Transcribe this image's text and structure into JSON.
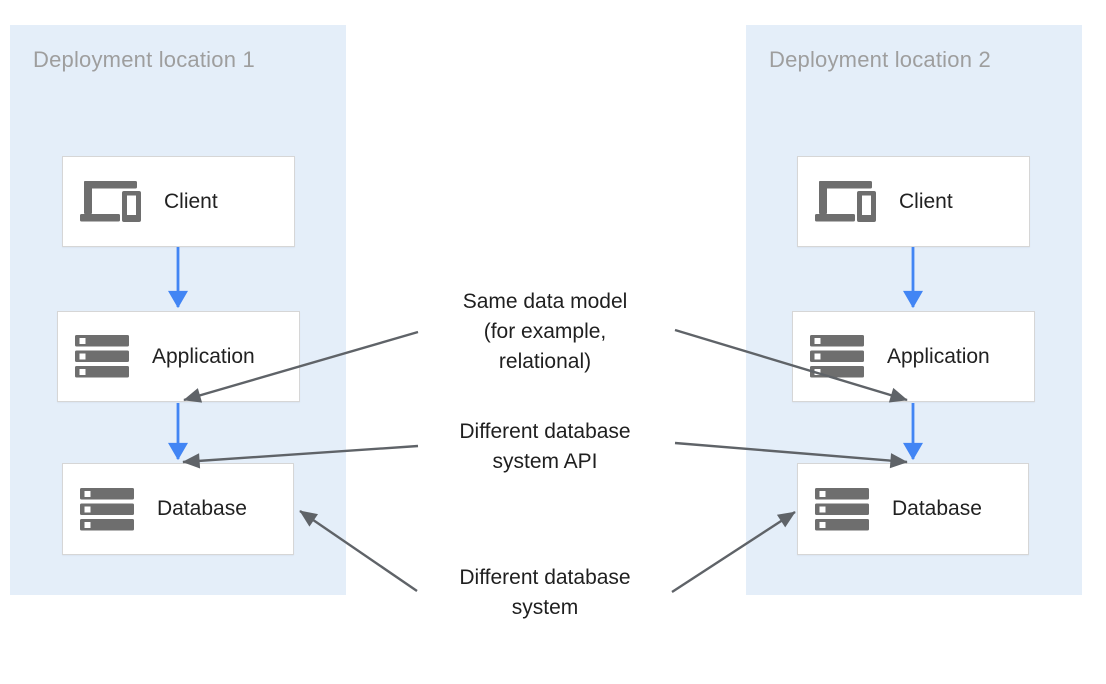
{
  "panels": [
    {
      "title": "Deployment location 1",
      "nodes": [
        {
          "label": "Client",
          "icon": "devices-icon"
        },
        {
          "label": "Application",
          "icon": "storage-icon"
        },
        {
          "label": "Database",
          "icon": "storage-icon"
        }
      ]
    },
    {
      "title": "Deployment location 2",
      "nodes": [
        {
          "label": "Client",
          "icon": "devices-icon"
        },
        {
          "label": "Application",
          "icon": "storage-icon"
        },
        {
          "label": "Database",
          "icon": "storage-icon"
        }
      ]
    }
  ],
  "flows": [
    {
      "panel": "Deployment location 1",
      "from": "Client",
      "to": "Application"
    },
    {
      "panel": "Deployment location 1",
      "from": "Application",
      "to": "Database"
    },
    {
      "panel": "Deployment location 2",
      "from": "Client",
      "to": "Application"
    },
    {
      "panel": "Deployment location 2",
      "from": "Application",
      "to": "Database"
    }
  ],
  "annotations": [
    {
      "text": "Same data model\n(for example,\nrelational)",
      "targets": [
        "Application (Deployment location 1)",
        "Application (Deployment location 2)"
      ]
    },
    {
      "text": "Different database\nsystem API",
      "targets": [
        "Database (Deployment location 1)",
        "Database (Deployment location 2)"
      ]
    },
    {
      "text": "Different database\nsystem",
      "targets": [
        "Database (Deployment location 1)",
        "Database (Deployment location 2)"
      ]
    }
  ],
  "colors": {
    "panel_fill": "#E4EEF9",
    "panel_title_gray": "#9E9E9E",
    "node_fill": "#FFFFFF",
    "node_border": "#D6D6D6",
    "node_label": "#212121",
    "icon_gray": "#6E6E6E",
    "flow_arrow_blue": "#4285F4",
    "annotation_arrow_gray": "#5F6368",
    "annotation_text": "#1F1F1F"
  }
}
